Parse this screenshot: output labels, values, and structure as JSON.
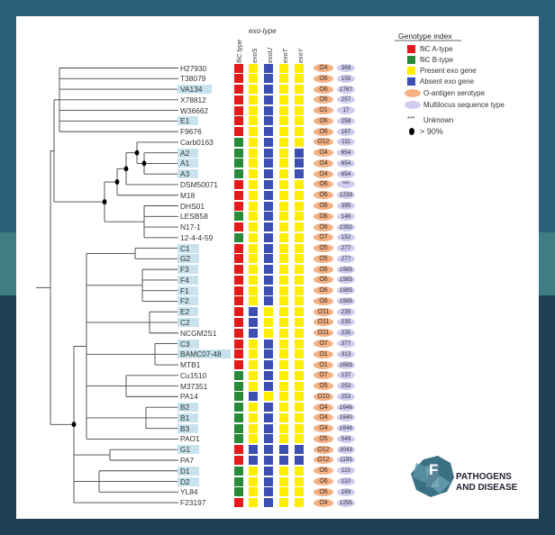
{
  "columns": {
    "flic": "fliC type",
    "exo_group": "exo-type",
    "exos": [
      "exoS",
      "exoU",
      "exoT",
      "exoY"
    ]
  },
  "legend": {
    "title": "Genotype index",
    "items": [
      {
        "label": "fliC A-type",
        "color": "#e41a1c"
      },
      {
        "label": "fliC B-type",
        "color": "#2a8a3a"
      },
      {
        "label": "Present exo gene",
        "color": "#ffee00"
      },
      {
        "label": "Absent exo gene",
        "color": "#3d4fb0"
      },
      {
        "label": "O-antigen serotype",
        "color": "#f4b183"
      },
      {
        "label": "Multilocus sequence type",
        "color": "#cfcdf0"
      }
    ],
    "unknown_symbol": "***",
    "unknown_label": "Unknown",
    "bootstrap_label": "> 90%"
  },
  "colors": {
    "A": "#e41a1c",
    "B": "#2a8a3a",
    "P": "#ffee00",
    "X": "#3d4fb0"
  },
  "strains": [
    {
      "name": "H27930",
      "hl": false,
      "flic": "A",
      "exo": "PXPP",
      "o": "O4",
      "st": "369"
    },
    {
      "name": "T38079",
      "hl": false,
      "flic": "A",
      "exo": "PXPP",
      "o": "O6",
      "st": "155"
    },
    {
      "name": "VA134",
      "hl": true,
      "flic": "A",
      "exo": "PXPP",
      "o": "O6",
      "st": "1767"
    },
    {
      "name": "X78812",
      "hl": false,
      "flic": "A",
      "exo": "PXPP",
      "o": "O6",
      "st": "257"
    },
    {
      "name": "W36662",
      "hl": false,
      "flic": "A",
      "exo": "PXPP",
      "o": "O1",
      "st": "17"
    },
    {
      "name": "E1",
      "hl": true,
      "flic": "A",
      "exo": "PXPP",
      "o": "O6",
      "st": "258"
    },
    {
      "name": "F9676",
      "hl": false,
      "flic": "A",
      "exo": "PXPP",
      "o": "O6",
      "st": "167"
    },
    {
      "name": "Carb0163",
      "hl": false,
      "flic": "B",
      "exo": "PXPP",
      "o": "O12",
      "st": "111"
    },
    {
      "name": "A2",
      "hl": true,
      "flic": "B",
      "exo": "PXPX",
      "o": "O4",
      "st": "654"
    },
    {
      "name": "A1",
      "hl": true,
      "flic": "B",
      "exo": "PXPX",
      "o": "O4",
      "st": "654"
    },
    {
      "name": "A3",
      "hl": true,
      "flic": "B",
      "exo": "PXPX",
      "o": "O4",
      "st": "654"
    },
    {
      "name": "DSM50071",
      "hl": false,
      "flic": "A",
      "exo": "PXPP",
      "o": "O6",
      "st": "***"
    },
    {
      "name": "M18",
      "hl": false,
      "flic": "A",
      "exo": "PXPP",
      "o": "O6",
      "st": "1239"
    },
    {
      "name": "DHS01",
      "hl": false,
      "flic": "A",
      "exo": "PXPP",
      "o": "O6",
      "st": "395"
    },
    {
      "name": "LESB58",
      "hl": false,
      "flic": "B",
      "exo": "PXPP",
      "o": "O6",
      "st": "146"
    },
    {
      "name": "N17-1",
      "hl": false,
      "flic": "A",
      "exo": "PXPP",
      "o": "O6",
      "st": "2392"
    },
    {
      "name": "12-4-4-59",
      "hl": false,
      "flic": "B",
      "exo": "PXPP",
      "o": "O7",
      "st": "152"
    },
    {
      "name": "C1",
      "hl": true,
      "flic": "A",
      "exo": "PXPP",
      "o": "O5",
      "st": "277"
    },
    {
      "name": "G2",
      "hl": true,
      "flic": "A",
      "exo": "PXPP",
      "o": "O5",
      "st": "277"
    },
    {
      "name": "F3",
      "hl": true,
      "flic": "A",
      "exo": "PXPP",
      "o": "O6",
      "st": "1985"
    },
    {
      "name": "F4",
      "hl": true,
      "flic": "A",
      "exo": "PXPP",
      "o": "O6",
      "st": "1985"
    },
    {
      "name": "F1",
      "hl": true,
      "flic": "A",
      "exo": "PXPP",
      "o": "O6",
      "st": "1985"
    },
    {
      "name": "F2",
      "hl": true,
      "flic": "A",
      "exo": "PXPP",
      "o": "O6",
      "st": "1985"
    },
    {
      "name": "E2",
      "hl": true,
      "flic": "A",
      "exo": "XPPP",
      "o": "O11",
      "st": "235"
    },
    {
      "name": "C2",
      "hl": true,
      "flic": "A",
      "exo": "XPPP",
      "o": "O11",
      "st": "235"
    },
    {
      "name": "NCGM2S1",
      "hl": false,
      "flic": "A",
      "exo": "XPPP",
      "o": "O11",
      "st": "235"
    },
    {
      "name": "C3",
      "hl": true,
      "flic": "A",
      "exo": "PXPP",
      "o": "O7",
      "st": "377"
    },
    {
      "name": "BAMC07-48",
      "hl": true,
      "flic": "A",
      "exo": "PXPP",
      "o": "O1",
      "st": "313"
    },
    {
      "name": "MTB1",
      "hl": false,
      "flic": "A",
      "exo": "PXPP",
      "o": "O1",
      "st": "2689"
    },
    {
      "name": "Cu1510",
      "hl": false,
      "flic": "B",
      "exo": "PXPP",
      "o": "O7",
      "st": "137"
    },
    {
      "name": "M37351",
      "hl": false,
      "flic": "B",
      "exo": "PXPP",
      "o": "O5",
      "st": "253"
    },
    {
      "name": "PA14",
      "hl": false,
      "flic": "B",
      "exo": "XPPP",
      "o": "O10",
      "st": "253"
    },
    {
      "name": "B2",
      "hl": true,
      "flic": "B",
      "exo": "PXPP",
      "o": "O4",
      "st": "1646"
    },
    {
      "name": "B1",
      "hl": true,
      "flic": "B",
      "exo": "PXPP",
      "o": "O4",
      "st": "1640"
    },
    {
      "name": "B3",
      "hl": true,
      "flic": "B",
      "exo": "PXPP",
      "o": "O4",
      "st": "1646"
    },
    {
      "name": "PAO1",
      "hl": false,
      "flic": "B",
      "exo": "PXPP",
      "o": "O5",
      "st": "549"
    },
    {
      "name": "G1",
      "hl": true,
      "flic": "A",
      "exo": "XXXX",
      "o": "O12",
      "st": "3043"
    },
    {
      "name": "PA7",
      "hl": false,
      "flic": "A",
      "exo": "XXXX",
      "o": "O12",
      "st": "1195"
    },
    {
      "name": "D1",
      "hl": true,
      "flic": "B",
      "exo": "PXPP",
      "o": "O6",
      "st": "110"
    },
    {
      "name": "D2",
      "hl": true,
      "flic": "B",
      "exo": "PXPP",
      "o": "O6",
      "st": "110"
    },
    {
      "name": "YL84",
      "hl": false,
      "flic": "B",
      "exo": "PXPP",
      "o": "O6",
      "st": "169"
    },
    {
      "name": "F23197",
      "hl": false,
      "flic": "A",
      "exo": "PXPP",
      "o": "O4",
      "st": "1295"
    }
  ],
  "logo": {
    "line1": "PATHOGENS",
    "line2": "AND DISEASE",
    "badge": "F"
  }
}
